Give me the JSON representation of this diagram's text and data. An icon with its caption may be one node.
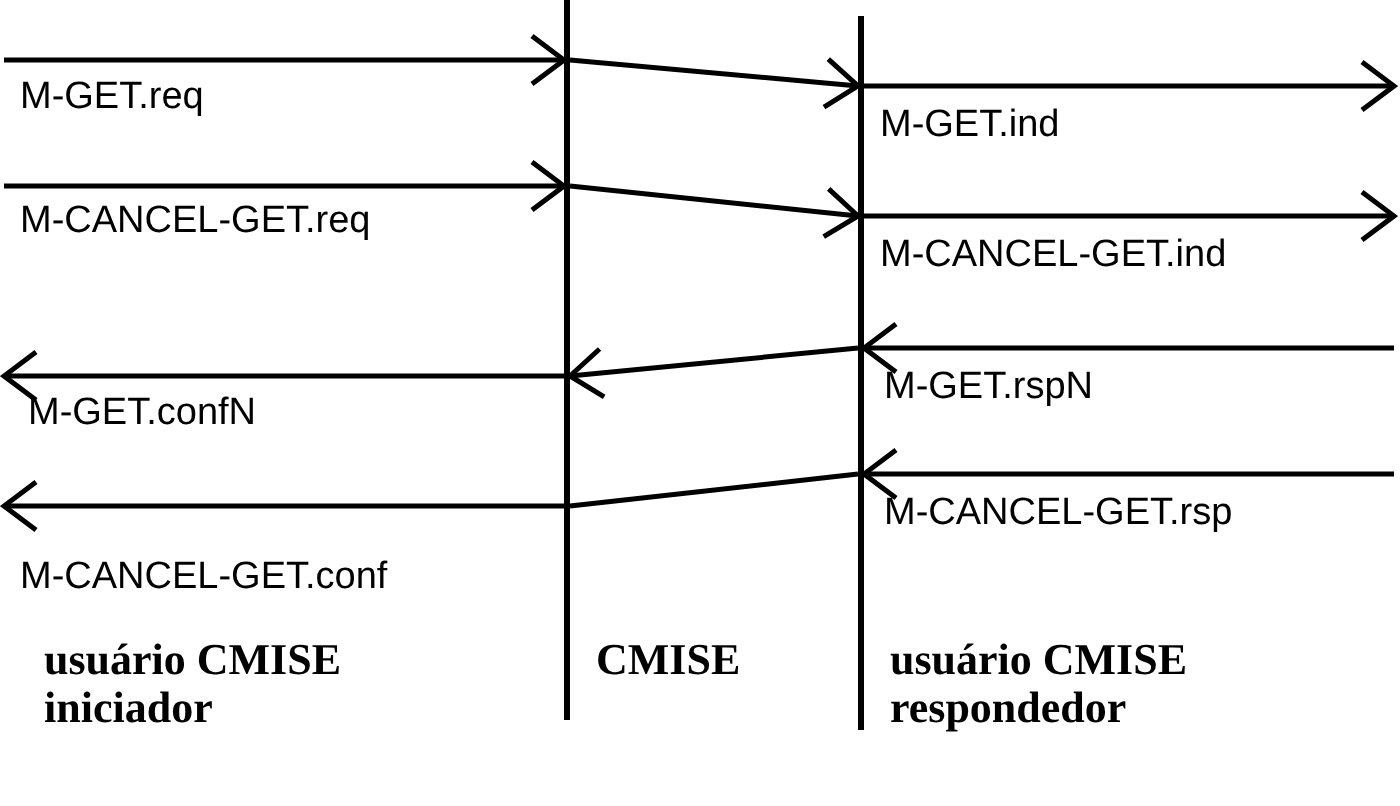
{
  "diagram": {
    "nodes": [
      {
        "text": [],
        "shape": "bar"
      },
      {
        "text": [],
        "shape": "bar"
      }
    ],
    "edges": [
      {
        "from": null,
        "to": 0,
        "arrow": "to",
        "label": "M-GET.req"
      },
      {
        "from": 0,
        "to": 1,
        "arrow": "to"
      },
      {
        "from": 1,
        "to": null,
        "arrow": "to",
        "label": "M-GET.ind"
      },
      {
        "from": null,
        "to": 0,
        "arrow": "to",
        "label": "M-CANCEL-GET.req"
      },
      {
        "from": 0,
        "to": 1,
        "arrow": "to"
      },
      {
        "from": 1,
        "to": null,
        "arrow": "to",
        "label": "M-CANCEL-GET.ind"
      },
      {
        "from": null,
        "to": 1,
        "arrow": "to",
        "label": "M-GET.rspN"
      },
      {
        "from": 1,
        "to": 0,
        "arrow": "to"
      },
      {
        "from": 0,
        "to": null,
        "arrow": "to",
        "label": "M-GET.confN"
      },
      {
        "from": null,
        "to": 1,
        "arrow": "to",
        "label": "M-CANCEL-GET.rsp"
      },
      {
        "from": 1,
        "to": 0,
        "arrow": "none"
      },
      {
        "from": 0,
        "to": null,
        "arrow": "to",
        "label": "M-CANCEL-GET.conf"
      }
    ],
    "labels": [
      "usuário CMISE iniciador",
      "CMISE",
      "usuário CMISE respondedor"
    ]
  }
}
